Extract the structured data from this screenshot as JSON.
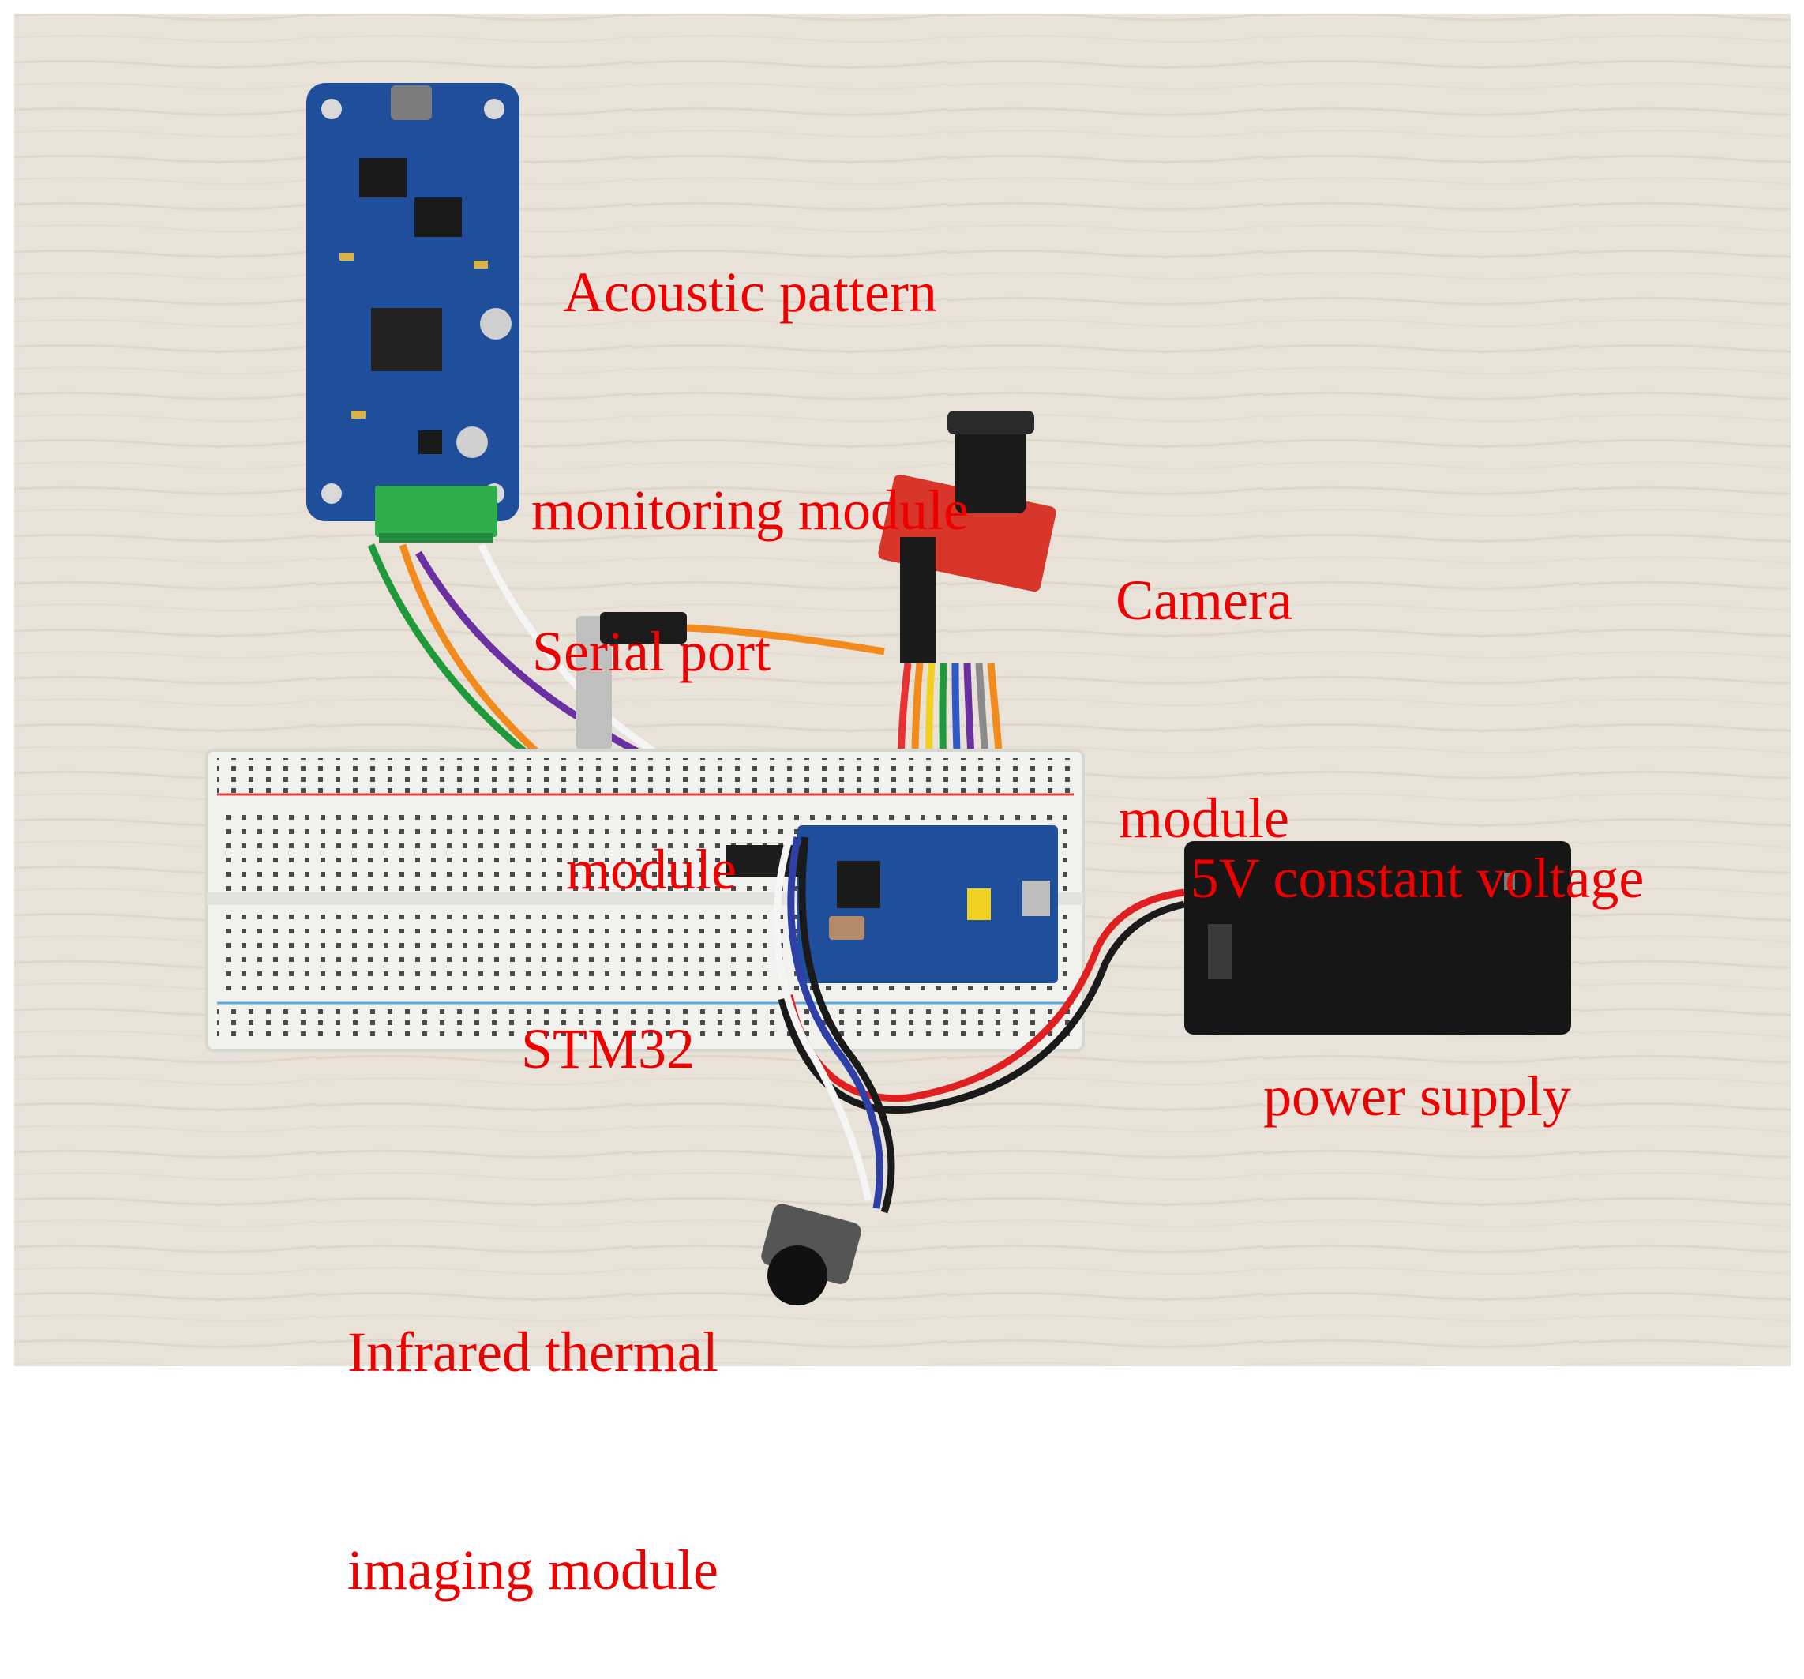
{
  "labels": {
    "acoustic_line1": "Acoustic pattern",
    "acoustic_line2": "monitoring module",
    "serial_line1": "Serial port",
    "serial_line2": "module",
    "camera_line1": "Camera",
    "camera_line2": "module",
    "power_line1": "5V constant voltage",
    "power_line2": "power supply",
    "stm32": "STM32",
    "infrared_line1": "Infrared thermal",
    "infrared_line2": "imaging module"
  },
  "colors": {
    "label": "#ee0000",
    "table": "#e9e2d8",
    "pcb_blue": "#1f4f9a",
    "breadboard": "#f1f1ee",
    "terminal_green": "#2fae4e",
    "camera_red": "#d8362a",
    "battery_black": "#161616"
  }
}
